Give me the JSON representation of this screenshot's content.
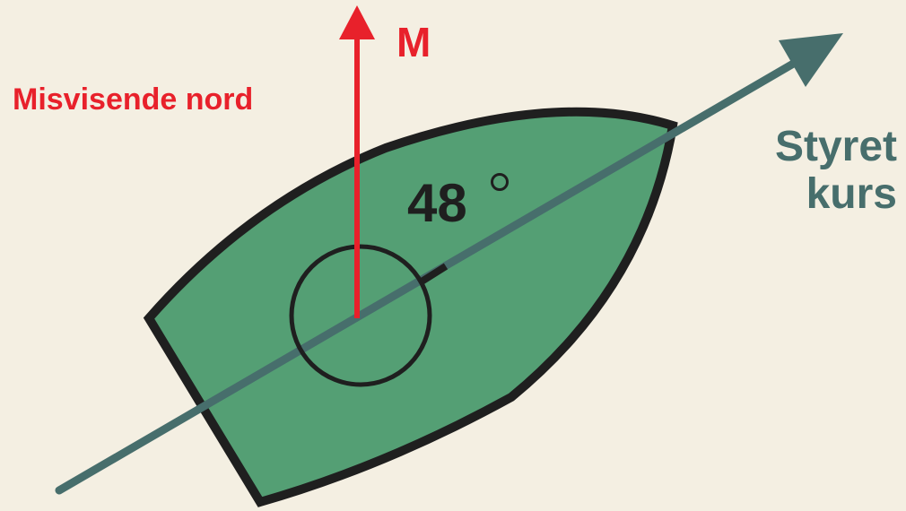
{
  "labels": {
    "magnetic_symbol": "M",
    "magnetic_north": "Misvisende nord",
    "course_line1": "Styret",
    "course_line2": "kurs",
    "angle_value": "48"
  },
  "colors": {
    "background": "#f4efe2",
    "boat_fill": "#549f74",
    "outline": "#1f1f1f",
    "north_arrow": "#e8212b",
    "course_arrow": "#476e6c"
  },
  "angle_degrees": 48
}
